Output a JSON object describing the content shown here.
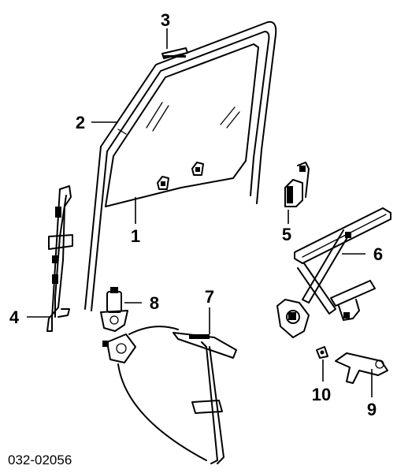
{
  "callouts": {
    "c1": "1",
    "c2": "2",
    "c3": "3",
    "c4": "4",
    "c5": "5",
    "c6": "6",
    "c7": "7",
    "c8": "8",
    "c9": "9",
    "c10": "10"
  },
  "figure_code": "032-02056"
}
